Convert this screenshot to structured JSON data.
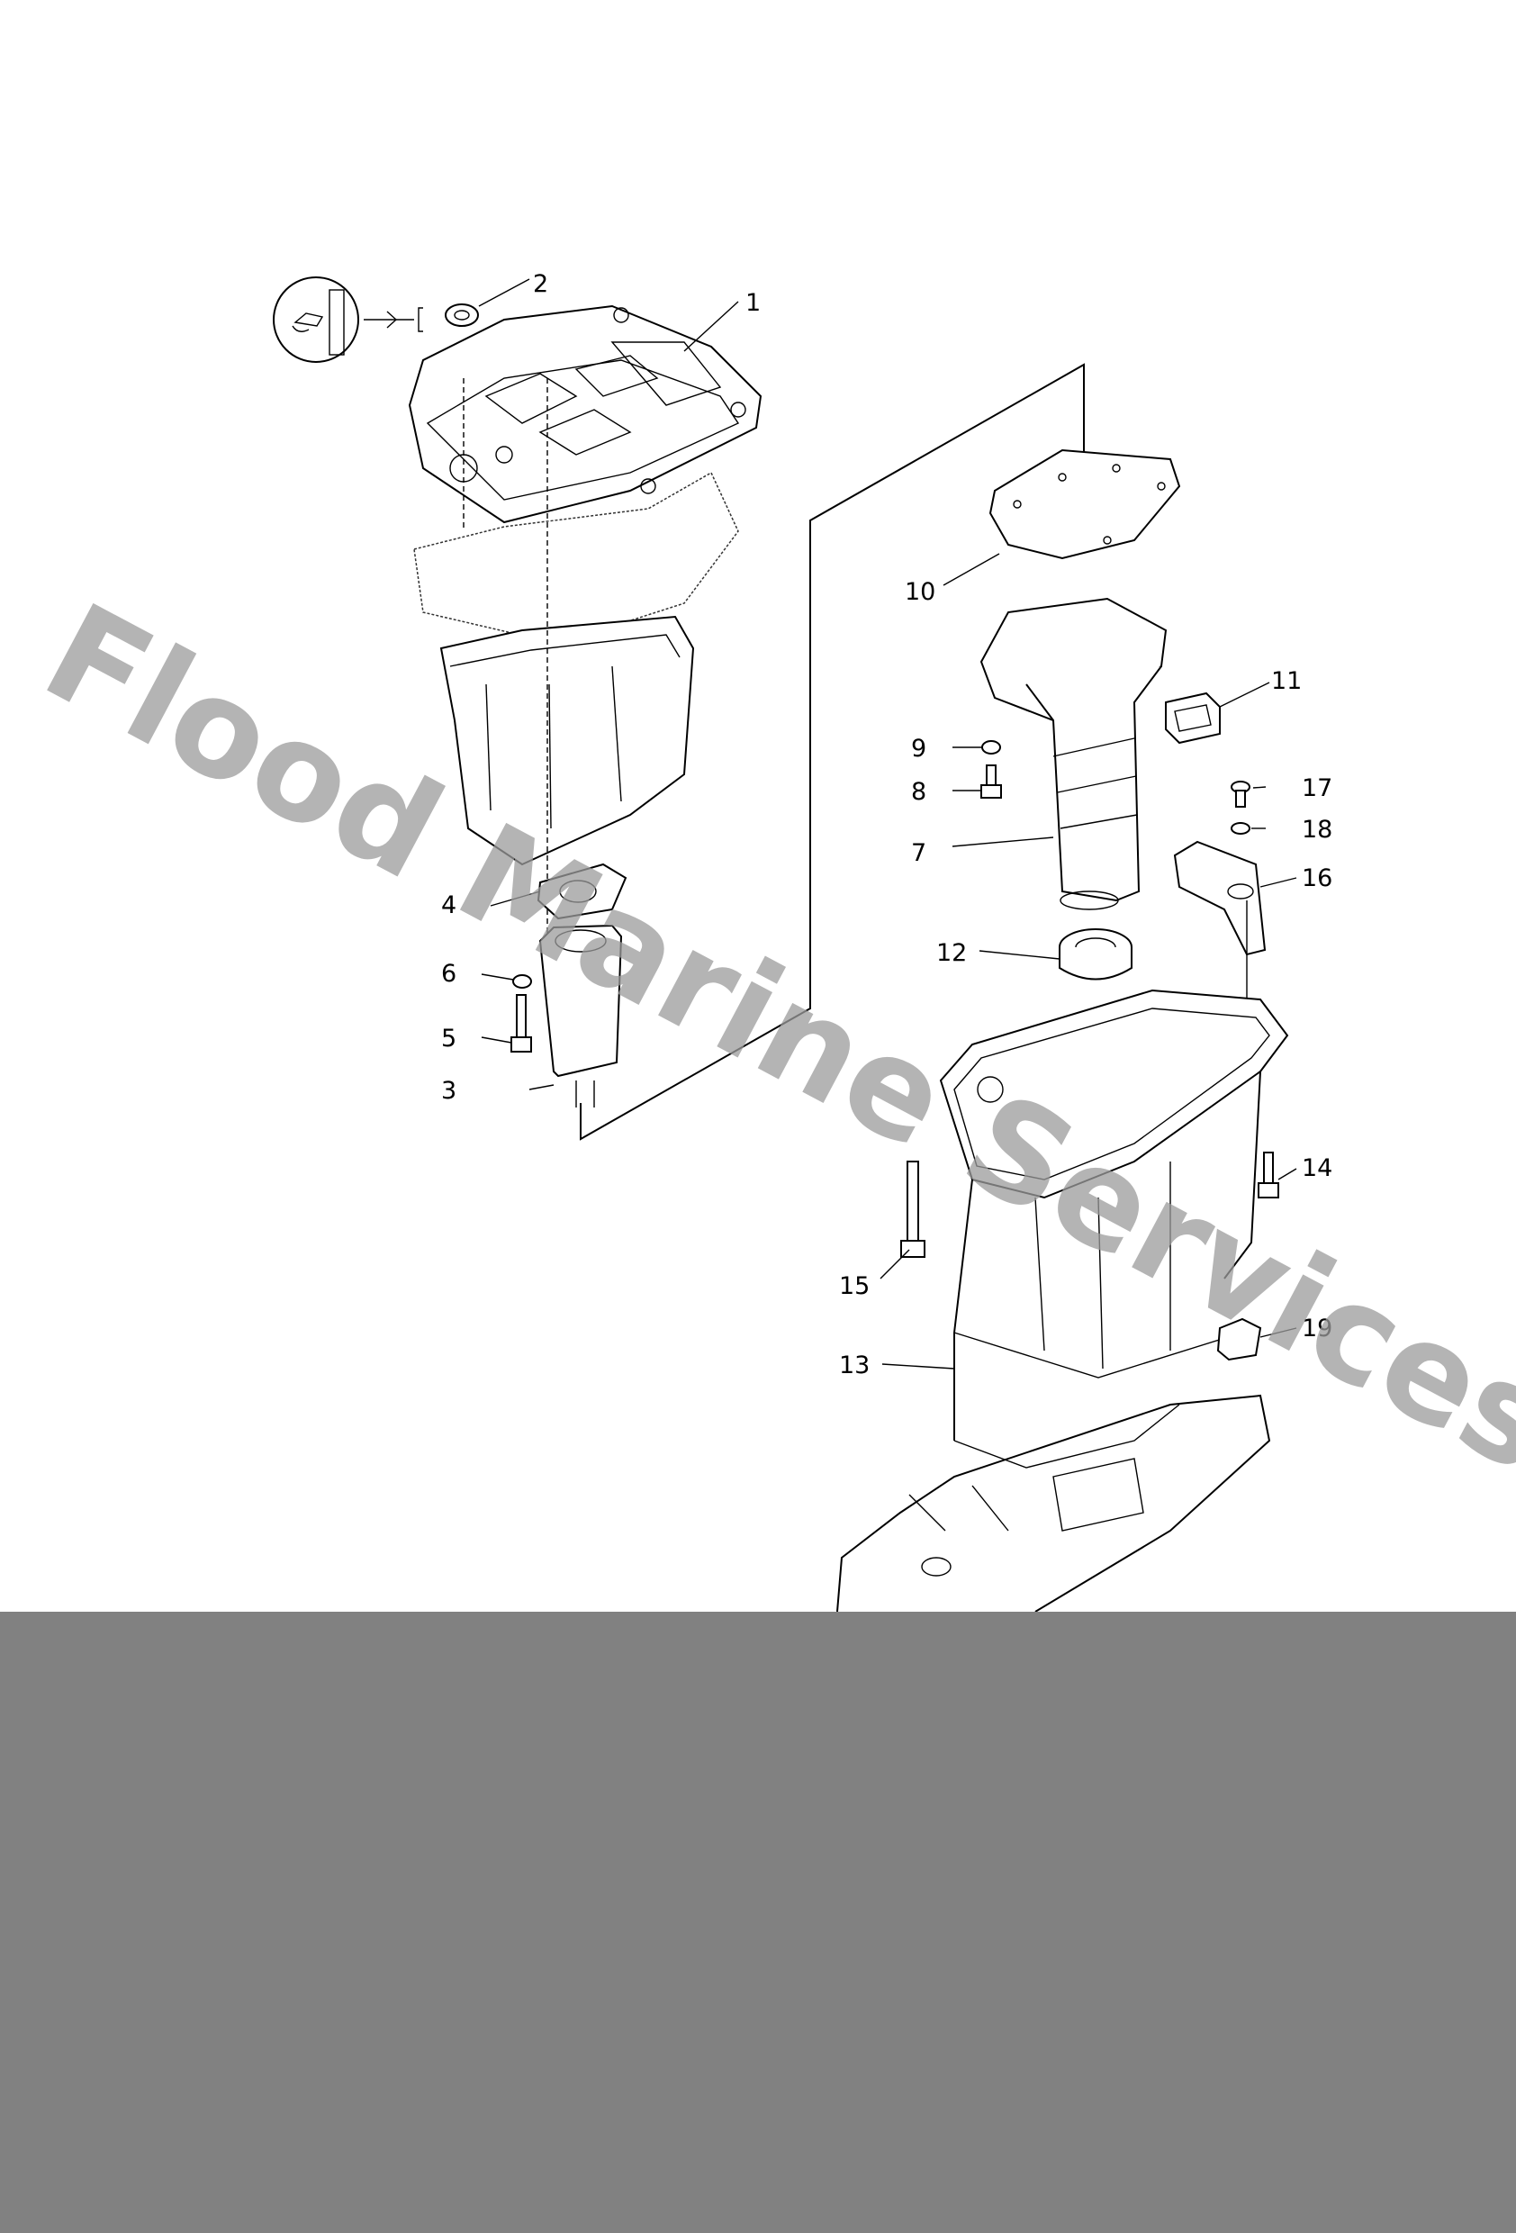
{
  "diagram": {
    "watermark": "Flood Marine Services",
    "callouts": [
      "1",
      "2",
      "3",
      "4",
      "5",
      "6",
      "7",
      "8",
      "9",
      "10",
      "11",
      "12",
      "13",
      "14",
      "15",
      "16",
      "17",
      "18",
      "19"
    ]
  },
  "colors": {
    "background": "#ffffff",
    "line": "#000000",
    "watermark": "#9c9c9c",
    "footer_band": "#818181"
  }
}
